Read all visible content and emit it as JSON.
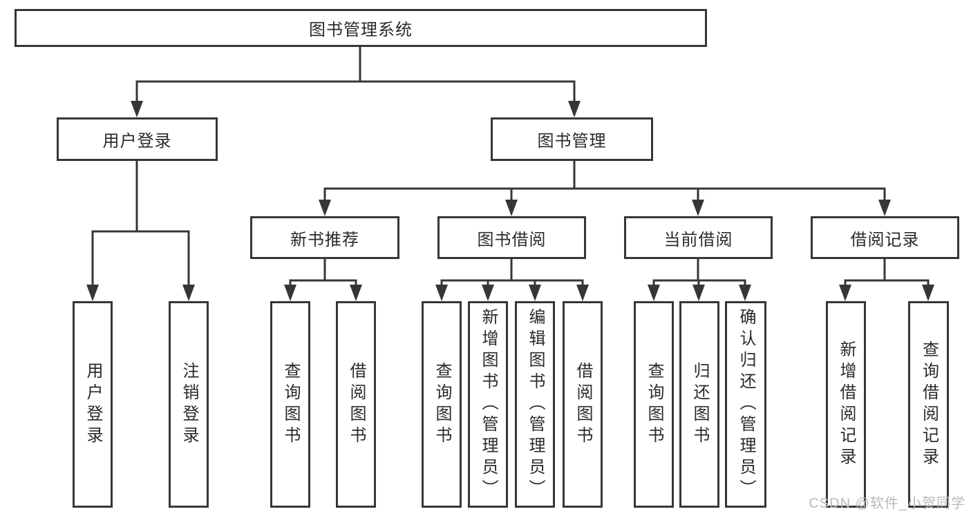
{
  "nodes": {
    "root": "图书管理系统",
    "user_login": "用户登录",
    "book_mgmt": "图书管理",
    "new_book_rec": "新书推荐",
    "book_borrow": "图书借阅",
    "current_borrow": "当前借阅",
    "borrow_records": "借阅记录"
  },
  "leaves": {
    "login": [
      "用户登录",
      "注销登录"
    ],
    "recommend": [
      "查询图书",
      "借阅图书"
    ],
    "borrow": [
      "查询图书",
      "新增图书（管理员）",
      "编辑图书（管理员）",
      "借阅图书"
    ],
    "current": [
      "查询图书",
      "归还图书",
      "确认归还（管理员）"
    ],
    "records": [
      "新增借阅记录",
      "查询借阅记录"
    ]
  },
  "watermark": "CSDN @软件_小贺同学",
  "colors": {
    "line": "#363636",
    "text": "#2a2a2a",
    "watermark": "#b9b9b9",
    "background": "#ffffff"
  }
}
